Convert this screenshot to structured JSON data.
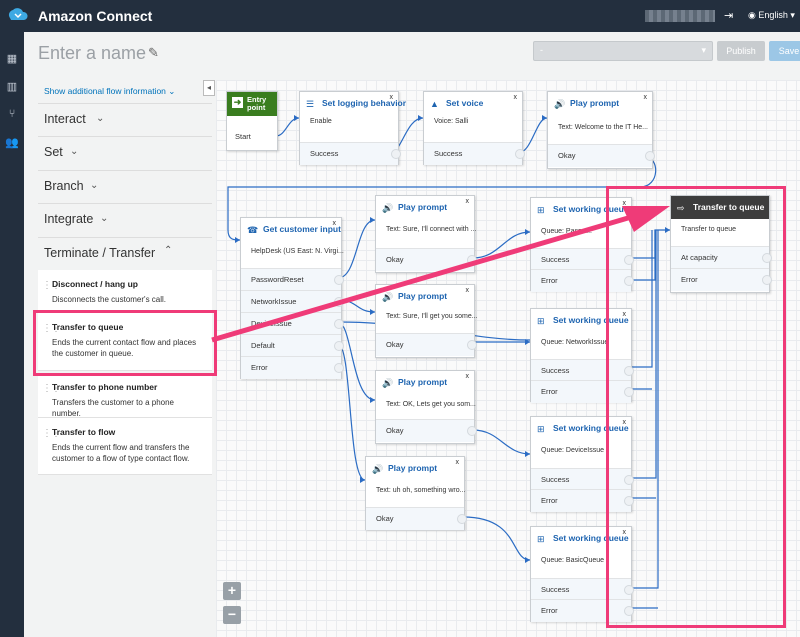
{
  "app": {
    "title": "Amazon Connect",
    "language": "English"
  },
  "header": {
    "name_placeholder": "Enter a name",
    "version_select": "-",
    "publish_label": "Publish",
    "save_label": "Save"
  },
  "sidebar": {
    "show_info": "Show additional flow information",
    "categories": [
      "Interact",
      "Set",
      "Branch",
      "Integrate",
      "Terminate / Transfer"
    ],
    "blocks": [
      {
        "title": "Disconnect / hang up",
        "desc": "Disconnects the customer's call."
      },
      {
        "title": "Transfer to queue",
        "desc": "Ends the current contact flow and places the customer in queue."
      },
      {
        "title": "Transfer to phone number",
        "desc": "Transfers the customer to a phone number."
      },
      {
        "title": "Transfer to flow",
        "desc": "Ends the current flow and transfers the customer to a flow of type contact flow."
      }
    ]
  },
  "nodes": {
    "entry": {
      "title": "Entry point",
      "start": "Start"
    },
    "logging": {
      "title": "Set logging behavior",
      "detail": "Enable",
      "out": "Success"
    },
    "voice": {
      "title": "Set voice",
      "detail": "Voice: Salli",
      "out": "Success"
    },
    "prompt_welcome": {
      "title": "Play prompt",
      "detail": "Text: Welcome to the IT He...",
      "out": "Okay"
    },
    "get_input": {
      "title": "Get customer input",
      "detail": "HelpDesk (US East: N. Virgi...",
      "options": [
        "PasswordReset",
        "NetworkIssue",
        "DeviceIssue",
        "Default",
        "Error"
      ]
    },
    "prompt_1": {
      "title": "Play prompt",
      "detail": "Text: Sure, I'll connect with ...",
      "out": "Okay"
    },
    "prompt_2": {
      "title": "Play prompt",
      "detail": "Text: Sure, I'll get you some...",
      "out": "Okay"
    },
    "prompt_3": {
      "title": "Play prompt",
      "detail": "Text: OK, Lets get you som...",
      "out": "Okay"
    },
    "prompt_4": {
      "title": "Play prompt",
      "detail": "Text: uh oh, something wro...",
      "out": "Okay"
    },
    "queue_1": {
      "title": "Set working queue",
      "detail": "Queue: Passw...",
      "out1": "Success",
      "out2": "Error"
    },
    "queue_2": {
      "title": "Set working queue",
      "detail": "Queue: NetworkIssue",
      "out1": "Success",
      "out2": "Error"
    },
    "queue_3": {
      "title": "Set working queue",
      "detail": "Queue: DeviceIssue",
      "out1": "Success",
      "out2": "Error"
    },
    "queue_4": {
      "title": "Set working queue",
      "detail": "Queue: BasicQueue",
      "out1": "Success",
      "out2": "Error"
    },
    "transfer": {
      "title": "Transfer to queue",
      "detail": "Transfer to queue",
      "out1": "At capacity",
      "out2": "Error"
    }
  },
  "zoom": {
    "in": "+",
    "out": "−"
  },
  "colors": {
    "accent": "#ef3b78",
    "nav": "#232f3e",
    "link": "#1e64b0"
  }
}
